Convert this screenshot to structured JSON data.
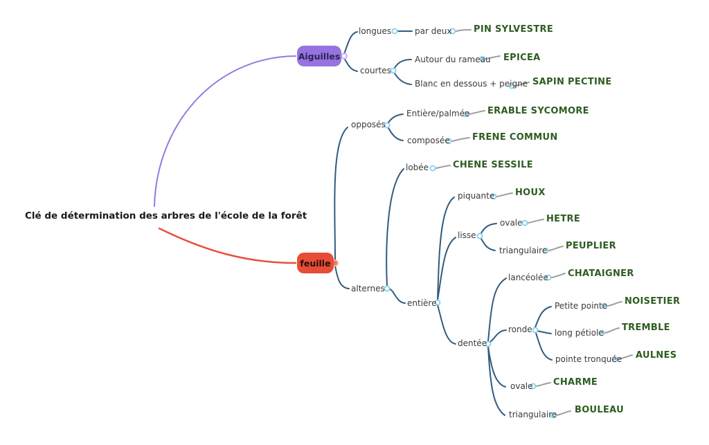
{
  "map": {
    "root": {
      "label": "Clé de détermination des arbres de l'école de la forêt"
    },
    "aiguilles": {
      "label": "Aiguilles",
      "longues": {
        "label": "longues",
        "par_deux": {
          "label": "par deux",
          "leaf": "PIN SYLVESTRE"
        }
      },
      "courtes": {
        "label": "courtes",
        "autour_du_rameau": {
          "label": "Autour du rameau",
          "leaf": "EPICEA"
        },
        "blanc_en_dessous": {
          "label": "Blanc en dessous + peigne",
          "leaf": "SAPIN PECTINE"
        }
      }
    },
    "feuille": {
      "label": "feuille",
      "opposes": {
        "label": "opposés",
        "entiere_palmee": {
          "label": "Entière/palmée",
          "leaf": "ERABLE SYCOMORE"
        },
        "composee": {
          "label": "composée",
          "leaf": "FRENE COMMUN"
        }
      },
      "alternes": {
        "label": "alternes",
        "lobee": {
          "label": "lobée",
          "leaf": "CHENE SESSILE"
        },
        "entiere": {
          "label": "entière",
          "piquante": {
            "label": "piquante",
            "leaf": "HOUX"
          },
          "lisse": {
            "label": "lisse",
            "ovale": {
              "label": "ovale",
              "leaf": "HETRE"
            },
            "triangulaire": {
              "label": "triangulaire",
              "leaf": "PEUPLIER"
            }
          },
          "dentee": {
            "label": "dentée",
            "lanceolee": {
              "label": "lancéolée",
              "leaf": "CHATAIGNER"
            },
            "ronde": {
              "label": "ronde",
              "petite_pointe": {
                "label": "Petite pointe",
                "leaf": "NOISETIER"
              },
              "long_petiole": {
                "label": "long pétiole",
                "leaf": "TREMBLE"
              },
              "pointe_tronquee": {
                "label": "pointe tronquée",
                "leaf": "AULNES"
              }
            },
            "ovale": {
              "label": "ovale",
              "leaf": "CHARME"
            },
            "triangulaire": {
              "label": "triangulaire",
              "leaf": "BOULEAU"
            }
          }
        }
      }
    }
  },
  "colors": {
    "aiguilles_node": "#9673e0",
    "feuille_node": "#e74c36",
    "branch_line": "#315a7d",
    "purple_line": "#9777e0",
    "red_line": "#e8503a",
    "gray_line": "#9e9e9e",
    "dot_stroke": "#85d1ef",
    "leaf_text": "#2e5c20"
  }
}
